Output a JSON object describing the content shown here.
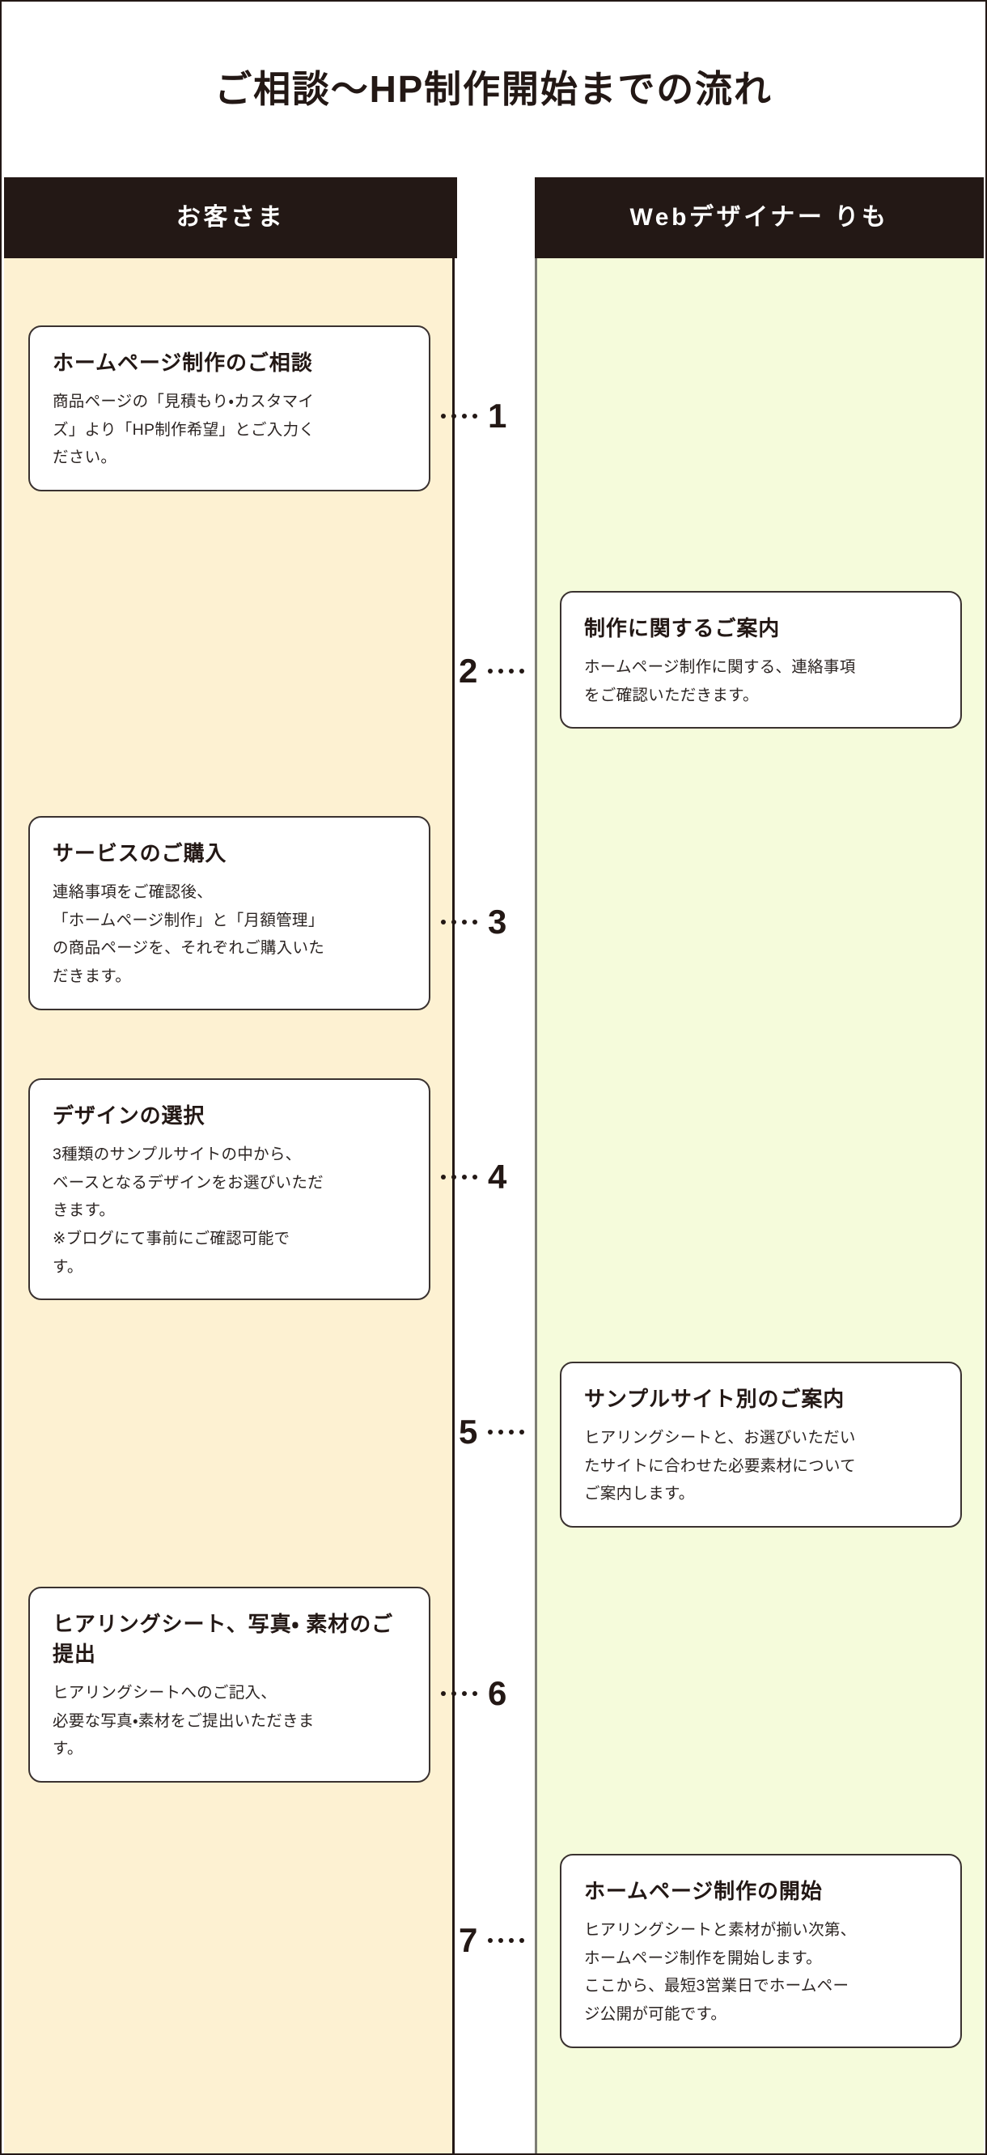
{
  "page": {
    "title": "ご相談〜HP制作開始までの流れ",
    "background": "#ffffff",
    "border_color": "#231815"
  },
  "colors": {
    "header_bar": "#231815",
    "lane_customer_bg": "#fdf1d2",
    "lane_designer_bg": "#f5fbdb",
    "card_bg": "#ffffff",
    "card_border": "#3a3230",
    "text": "#231815",
    "connector_dot": "#231815"
  },
  "lanes": [
    {
      "id": "customer",
      "label": "お客さま"
    },
    {
      "id": "designer",
      "label": "Webデザイナー りも"
    }
  ],
  "steps": [
    {
      "number": "1",
      "lane": "customer",
      "title": "ホームページ制作のご相談",
      "body": "商品ページの「見積もり・カスタマイ\nズ」より「HP制作希望」とご入力く\nださい。"
    },
    {
      "number": "2",
      "lane": "designer",
      "title": "制作に関するご案内",
      "body": "ホームページ制作に関する、連絡事項\nをご確認いただきます。"
    },
    {
      "number": "3",
      "lane": "customer",
      "title": "サービスのご購入",
      "body": "連絡事項をご確認後、\n「ホームページ制作」と「月額管理」\nの商品ページを、それぞれご購入いた\nだきます。"
    },
    {
      "number": "4",
      "lane": "customer",
      "title": "デザインの選択",
      "body": "3種類のサンプルサイトの中から、\nベースとなるデザインをお選びいただ\nきます。\n※ブログにて事前にご確認可能で\nす。"
    },
    {
      "number": "5",
      "lane": "designer",
      "title": "サンプルサイト別のご案内",
      "body": "ヒアリングシートと、お選びいただい\nたサイトに合わせた必要素材について\nご案内します。"
    },
    {
      "number": "6",
      "lane": "customer",
      "title": "ヒアリングシート、写真・\n素材のご提出",
      "body": "ヒアリングシートへのご記入、\n必要な写真・素材をご提出いただきま\nす。"
    },
    {
      "number": "7",
      "lane": "designer",
      "title": "ホームページ制作の開始",
      "body": "ヒアリングシートと素材が揃い次第、\nホームページ制作を開始します。\nここから、最短3営業日でホームペー\nジ公開が可能です。"
    }
  ]
}
